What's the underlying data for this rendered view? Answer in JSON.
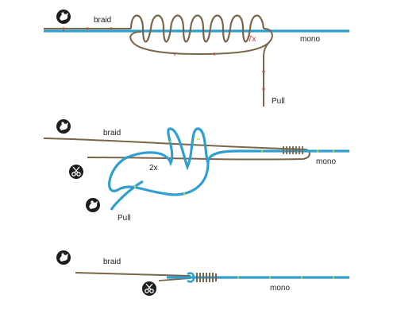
{
  "colors": {
    "braid": "#7a6548",
    "mono": "#2f9fd0",
    "mono_tick": "#c8df3a",
    "braid_tick": "#d9463a",
    "icon_bg": "#1d1d1d",
    "icon_fg": "#ffffff"
  },
  "step1": {
    "braid_label": "braid",
    "mono_label": "mono",
    "wraps_label": "7x",
    "pull_label": "Pull",
    "icon": "left-hand-icon"
  },
  "step2": {
    "braid_label": "braid",
    "mono_label": "mono",
    "wraps_label": "2x",
    "pull_label": "Pull",
    "icons": [
      "left-hand-icon",
      "scissors-icon",
      "right-hand-icon"
    ]
  },
  "step3": {
    "braid_label": "braid",
    "mono_label": "mono",
    "icons": [
      "left-hand-icon",
      "scissors-icon"
    ]
  }
}
